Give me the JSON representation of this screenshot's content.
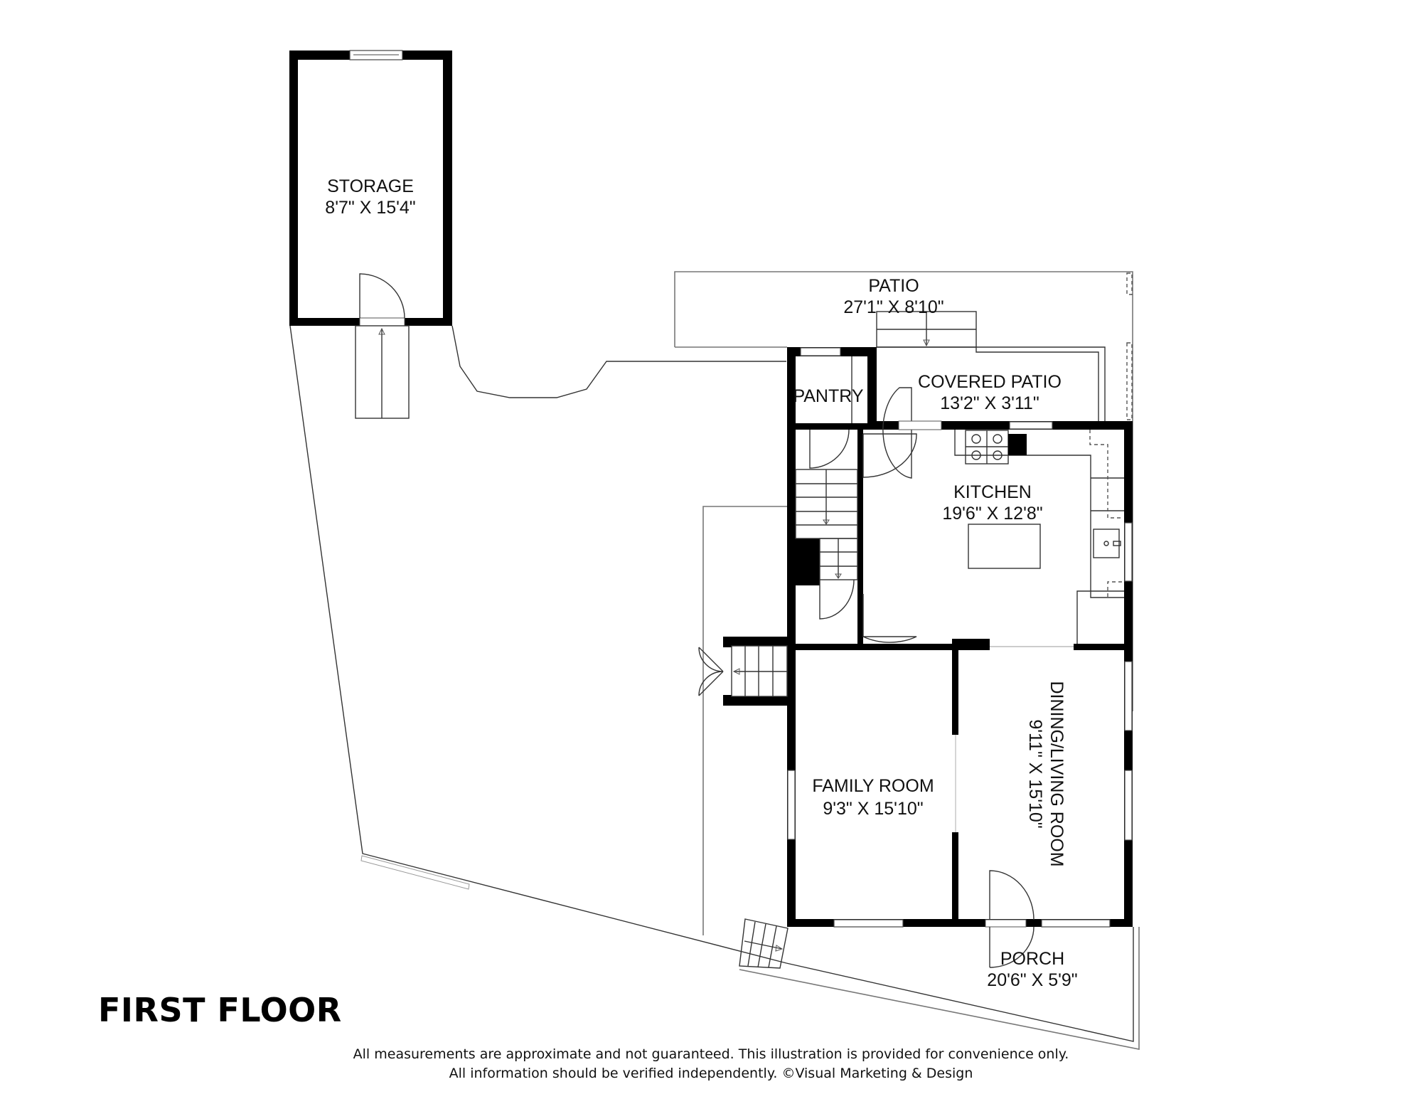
{
  "plan": {
    "floor_title": "FIRST FLOOR",
    "rooms": {
      "storage": {
        "name": "STORAGE",
        "dims": "8'7\" X 15'4\""
      },
      "patio": {
        "name": "PATIO",
        "dims": "27'1\" X 8'10\""
      },
      "covered_patio": {
        "name": "COVERED PATIO",
        "dims": "13'2\" X 3'11\""
      },
      "pantry": {
        "name": "PANTRY"
      },
      "kitchen": {
        "name": "KITCHEN",
        "dims": "19'6\" X 12'8\""
      },
      "family_room": {
        "name": "FAMILY ROOM",
        "dims": "9'3\" X 15'10\""
      },
      "dining_living_room": {
        "name": "DINING/LIVING ROOM",
        "dims": "9'11\" X 15'10\""
      },
      "porch": {
        "name": "PORCH",
        "dims": "20'6\" X 5'9\""
      }
    },
    "disclaimer": {
      "line1": "All measurements are approximate and not guaranteed. This illustration is provided for convenience only.",
      "line2": "All information should be verified independently. ©Visual Marketing & Design"
    }
  },
  "colors": {
    "wall": "#000000",
    "background": "#ffffff",
    "outline": "#777777"
  }
}
